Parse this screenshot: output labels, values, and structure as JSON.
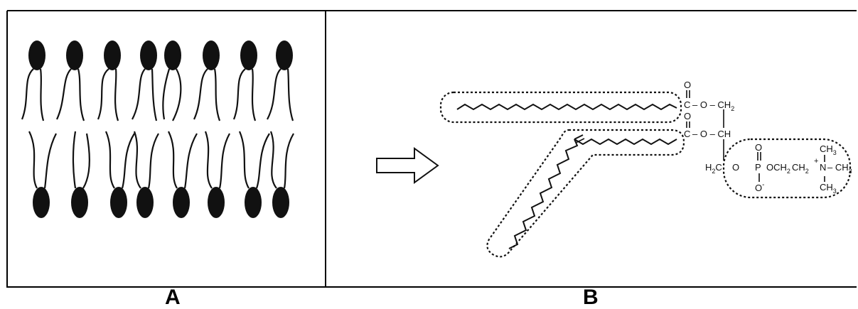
{
  "panels": {
    "a": {
      "label": "A"
    },
    "b": {
      "label": "B"
    }
  },
  "molecule": {
    "carbonyl_top_o": "O",
    "carbonyl_top_c": "C",
    "ester_top": "– O – CH",
    "ester_top_sub": "2",
    "carbonyl_mid_o": "O",
    "carbonyl_mid_c": "C",
    "ester_mid": "– O – CH",
    "h2c_h": "H",
    "h2c_sub": "2",
    "h2c_c": "C",
    "phos_o_left": "O",
    "phos_p": "P",
    "phos_o_top": "O",
    "phos_o_bottom": "O",
    "phos_minus": "-",
    "och": "OCH",
    "och_sub": "2",
    "ch2": "CH",
    "ch2_sub": "2",
    "plus": "+",
    "n": "N",
    "ch3_top": "CH",
    "ch3_right": "– CH",
    "ch3_bottom": "CH",
    "ch3_sub": "3"
  },
  "colors": {
    "ink": "#111111",
    "frame": "#000000",
    "background": "#ffffff"
  }
}
